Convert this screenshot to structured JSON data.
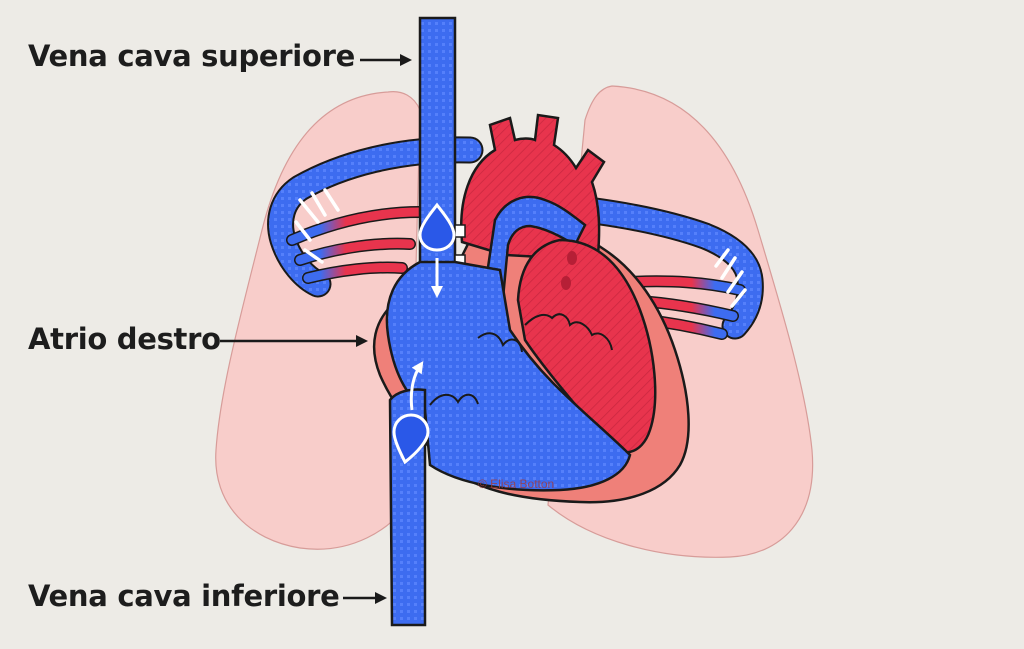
{
  "labels": {
    "superior_vena_cava": "Vena cava superiore",
    "right_atrium": "Atrio destro",
    "inferior_vena_cava": "Vena cava inferiore"
  },
  "credit": "© Elisa Botton",
  "colors": {
    "background": "#edebe6",
    "lungs": "#f8cdca",
    "deoxygenated_blood": "#3d6cf0",
    "oxygenated_blood": "#e8344d",
    "heart_wall": "#ef8079",
    "outline": "#1a1a1a",
    "flow_arrow": "#ffffff",
    "label_text": "#1d1d1d"
  },
  "icons": [
    "blood-drop-icon",
    "flow-arrow-icon",
    "pointer-arrow-icon"
  ]
}
